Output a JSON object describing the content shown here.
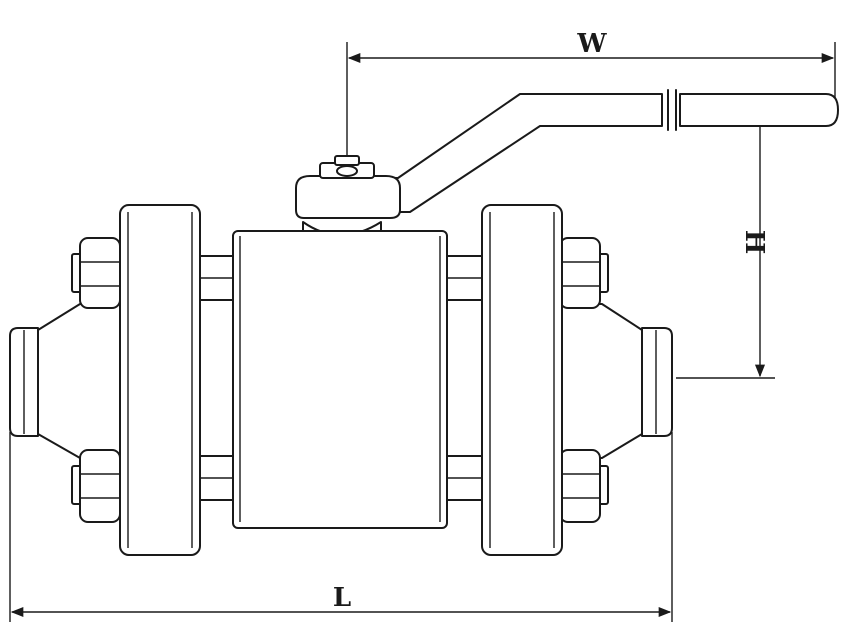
{
  "drawing": {
    "subject": "",
    "dimensions": {
      "width_label": "W",
      "height_label": "H",
      "length_label": "L"
    }
  },
  "colors": {
    "line": "#1a1a1a",
    "background": "#ffffff"
  }
}
